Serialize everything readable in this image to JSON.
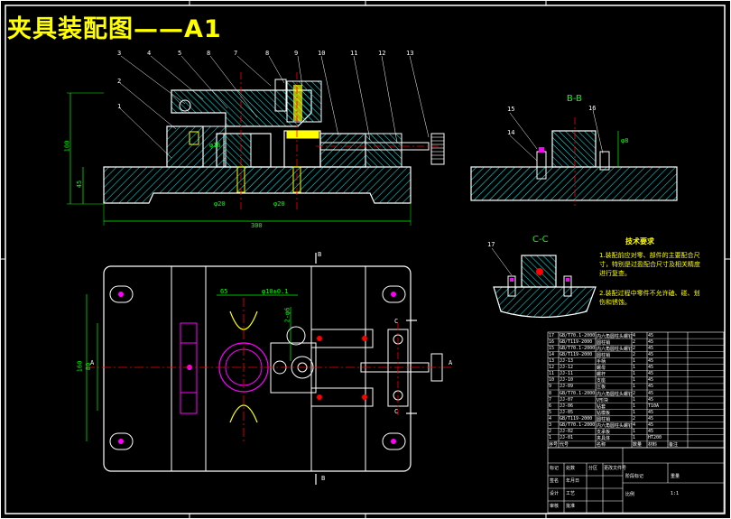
{
  "title": "夹具装配图——A1",
  "top_view_part_numbers": [
    "3",
    "4",
    "5",
    "8",
    "7",
    "8",
    "9",
    "10",
    "11",
    "12",
    "13",
    "2",
    "1"
  ],
  "section_labels": {
    "bb": "B-B",
    "cc": "C-C"
  },
  "section_callouts": [
    "15",
    "16",
    "14",
    "17"
  ],
  "dims": {
    "height": "100",
    "base": "45",
    "length": "300",
    "d1": "φ16",
    "d2": "φ20",
    "d3": "φ20",
    "d4": "φ8",
    "plan_w1": "65",
    "plan_w2": "φ10±0.1",
    "plan_h1": "160",
    "plan_h2": "80",
    "plan_v": "2-φ6",
    "side_a": "A",
    "side_a2": "A",
    "side_c1": "C",
    "side_c2": "C",
    "b_top": "B",
    "b_bot": "B"
  },
  "requirements": {
    "heading": "技术要求",
    "items": [
      "1.装配前应对零、部件的主要配合尺寸，特别是过盈配合尺寸及相关精度进行复查。",
      "2.装配过程中零件不允许磕、碰、划伤和锈蚀。"
    ]
  },
  "bom_rows": [
    [
      "17",
      "GB/T70.1-2000",
      "内六角圆柱头螺钉",
      "4",
      "45"
    ],
    [
      "16",
      "GB/T119-2000",
      "圆柱销",
      "2",
      "45"
    ],
    [
      "15",
      "GB/T70.1-2000",
      "内六角圆柱头螺钉",
      "2",
      "45"
    ],
    [
      "14",
      "GB/T119-2000",
      "圆柱销",
      "2",
      "45"
    ],
    [
      "13",
      "JJ-13",
      "手柄",
      "1",
      "45"
    ],
    [
      "12",
      "JJ-12",
      "螺母",
      "1",
      "45"
    ],
    [
      "11",
      "JJ-11",
      "螺杆",
      "1",
      "45"
    ],
    [
      "10",
      "JJ-10",
      "支座",
      "1",
      "45"
    ],
    [
      "9",
      "JJ-09",
      "压板",
      "1",
      "45"
    ],
    [
      "8",
      "GB/T70.1-2000",
      "内六角圆柱头螺钉",
      "2",
      "45"
    ],
    [
      "7",
      "JJ-07",
      "V形块",
      "1",
      "45"
    ],
    [
      "6",
      "JJ-06",
      "钻套",
      "1",
      "T10A"
    ],
    [
      "5",
      "JJ-05",
      "钻模板",
      "1",
      "45"
    ],
    [
      "4",
      "GB/T119-2000",
      "圆柱销",
      "2",
      "45"
    ],
    [
      "3",
      "GB/T70.1-2000",
      "内六角圆柱头螺钉",
      "4",
      "45"
    ],
    [
      "2",
      "JJ-02",
      "支承板",
      "1",
      "45"
    ],
    [
      "1",
      "JJ-01",
      "夹具体",
      "1",
      "HT200"
    ]
  ],
  "bom_header": [
    "序号",
    "代号",
    "名称",
    "数量",
    "材料",
    "备注"
  ],
  "titleblock": [
    "标记",
    "处数",
    "分区",
    "更改文件号",
    "签名",
    "年月日",
    "设计",
    "审核",
    "工艺",
    "批准",
    "阶段标记",
    "重量",
    "比例",
    "1:1"
  ],
  "colors": {
    "bg": "#000000",
    "outline": "#ffffff",
    "hatch": "#00ffff",
    "dims": "#00ff00",
    "center": "#ff0000",
    "hidden": "#ffff00",
    "bore": "#ff00ff"
  }
}
